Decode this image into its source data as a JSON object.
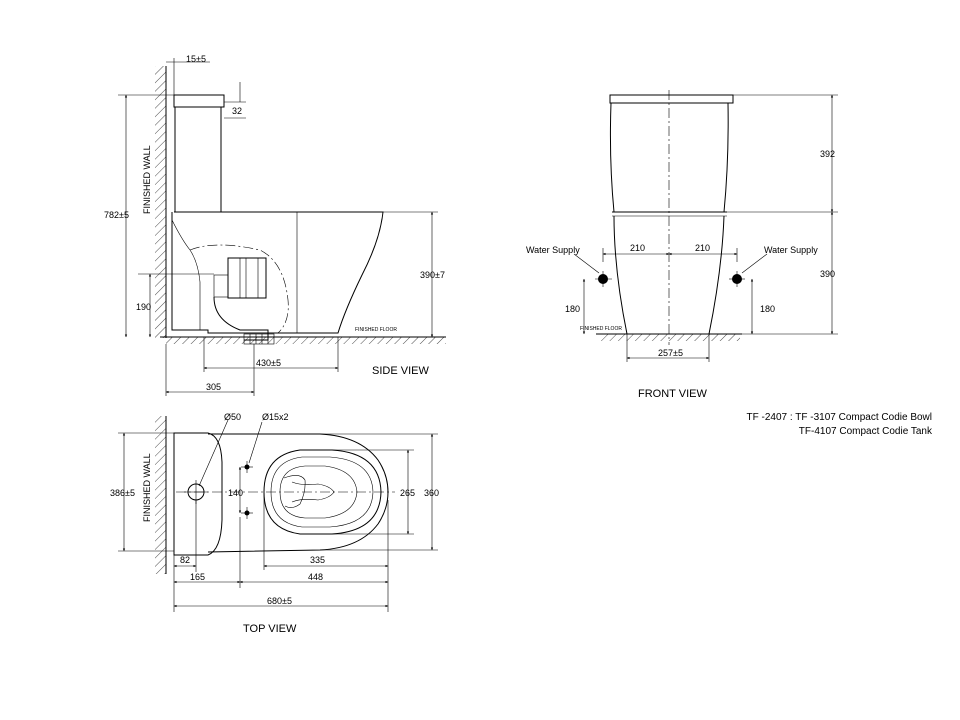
{
  "side_view": {
    "label": "SIDE VIEW",
    "wall_label": "FINISHED WALL",
    "floor_label": "FINISHED FLOOR",
    "dims": {
      "lid_offset": "15±5",
      "lid_height": "32",
      "total_height": "782±5",
      "bowl_height": "390±7",
      "outlet_height": "190",
      "outlet_spacing": "430±5",
      "rough_in": "305"
    }
  },
  "front_view": {
    "label": "FRONT VIEW",
    "floor_label": "FINISHED FLOOR",
    "water_supply_left": "Water Supply",
    "water_supply_right": "Water Supply",
    "dims": {
      "tank_height": "392",
      "bowl_height": "390",
      "supply_offset_left": "210",
      "supply_offset_right": "210",
      "supply_height_left": "180",
      "supply_height_right": "180",
      "base_width": "257±5"
    }
  },
  "top_view": {
    "label": "TOP VIEW",
    "wall_label": "FINISHED WALL",
    "dims": {
      "outlet_dia": "Ø50",
      "fixing_dia": "Ø15x2",
      "depth": "386±5",
      "fixing_spacing": "140",
      "seat_width": "265",
      "bowl_width": "360",
      "wall_to_outlet": "82",
      "outlet_to_fixing": "165",
      "seat_length": "335",
      "fixing_to_front": "448",
      "total_length": "680±5"
    }
  },
  "model": {
    "line1": "TF -2407 : TF -3107 Compact Codie Bowl",
    "line2": "TF-4107 Compact Codie Tank"
  }
}
